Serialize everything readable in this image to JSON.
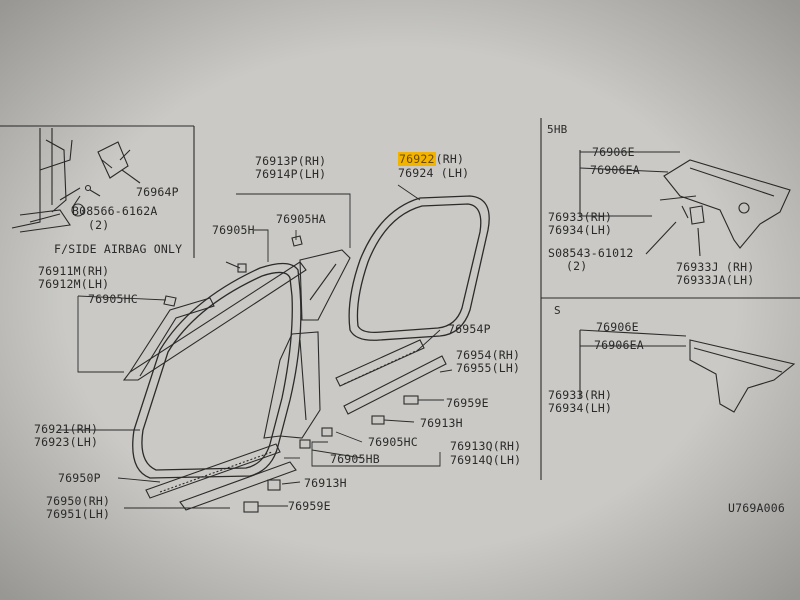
{
  "labels": {
    "airbag_note": "F/SIDE AIRBAG ONLY",
    "p76964p": "76964P",
    "b08566": "B08566-6162A",
    "b08566_qty": "(2)",
    "p76913p": "76913P(RH)",
    "p76914p": "76914P(LH)",
    "p76922_hl": "76922",
    "p76922_rh": "(RH)",
    "p76924": "76924 (LH)",
    "p76905ha": "76905HA",
    "p76905h": "76905H",
    "p76911m": "76911M(RH)",
    "p76912m": "76912M(LH)",
    "p76905hc_top": "76905HC",
    "p76954p": "76954P",
    "p76954": "76954(RH)",
    "p76955": "76955(LH)",
    "p76959e_right": "76959E",
    "p76913h_right": "76913H",
    "p76921": "76921(RH)",
    "p76923": "76923(LH)",
    "p76905hc_bottom": "76905HC",
    "p76913q": "76913Q(RH)",
    "p76914q": "76914Q(LH)",
    "p76905hb": "76905HB",
    "p76950p": "76950P",
    "p76913h_bottom": "76913H",
    "p76950": "76950(RH)",
    "p76951": "76951(LH)",
    "p76959e_bottom": "76959E",
    "hb_header": "5HB",
    "hb_76906e": "76906E",
    "hb_76906ea": "76906EA",
    "hb_76933": "76933(RH)",
    "hb_76934": "76934(LH)",
    "hb_s08543": "S08543-61012",
    "hb_s08543_qty": "(2)",
    "hb_76933j": "76933J (RH)",
    "hb_76933ja": "76933JA(LH)",
    "s_header": "S",
    "s_76906e": "76906E",
    "s_76906ea": "76906EA",
    "s_76933": "76933(RH)",
    "s_76934": "76934(LH)",
    "diagram_code": "U769A006"
  },
  "colors": {
    "paper": "#c9c8c4",
    "ink": "#2a2a2a",
    "highlight": "#f2b400"
  }
}
